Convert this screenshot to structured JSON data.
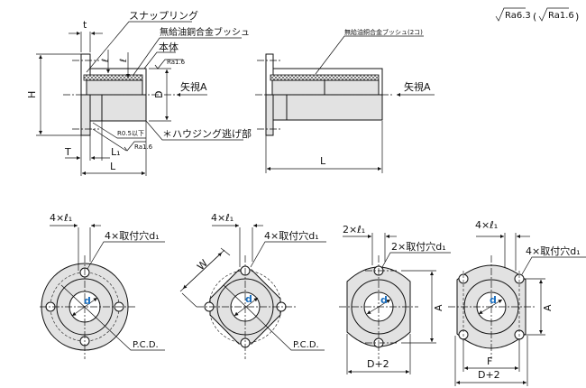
{
  "side_view": {
    "snap_ring": "スナップリング",
    "bushing": "無給油銅合金ブッシュ",
    "body": "本体",
    "view_a": "矢視A",
    "radius_note": "R0.5以下",
    "housing_relief": "＊ハウジング逃げ部",
    "ra_small_1": "Ra1.6",
    "ra_small_2": "Ra1.6",
    "dim_t": "t",
    "dim_H": "H",
    "dim_D": "D",
    "dim_l_a": "ℓ",
    "dim_l_b": "ℓ",
    "dim_T": "T",
    "dim_L1": "L₁",
    "dim_L": "L"
  },
  "long_view": {
    "bushing": "無給油銅合金ブッシュ(2コ)",
    "view_a": "矢視A",
    "dim_L": "L"
  },
  "roughness": {
    "main": "Ra6.3",
    "alt": "Ra1.6"
  },
  "front_views": [
    {
      "pitch": "4×ℓ₁",
      "holes": "4×取付穴d₁",
      "bore": "d",
      "pcd": "P.C.D."
    },
    {
      "pitch": "4×ℓ₁",
      "holes": "4×取付穴d₁",
      "bore": "d",
      "pcd": "P.C.D.",
      "width": "W"
    },
    {
      "pitch": "2×ℓ₁",
      "holes": "2×取付穴d₁",
      "bore": "d",
      "height": "A",
      "width": "D+2"
    },
    {
      "pitch": "4×ℓ₁",
      "holes": "4×取付穴d₁",
      "bore": "d",
      "height": "A",
      "flat": "F",
      "width": "D+2"
    }
  ]
}
